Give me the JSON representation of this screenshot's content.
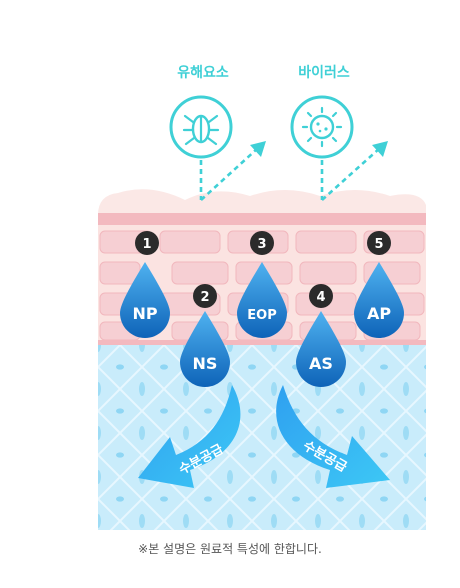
{
  "threats": [
    {
      "label": "유해요소",
      "icon": "bug-icon"
    },
    {
      "label": "바이러스",
      "icon": "virus-icon"
    }
  ],
  "badges": [
    "1",
    "2",
    "3",
    "4",
    "5"
  ],
  "drops": [
    "NP",
    "NS",
    "EOP",
    "AS",
    "AP"
  ],
  "arrows": [
    "수분공급",
    "수분공급"
  ],
  "footnote": "※본 설명은 원료적 특성에 한합니다.",
  "colors": {
    "accent_cyan": "#3fd0d6",
    "drop_blue": "#1a7fd0",
    "badge_dark": "#2b2b2b",
    "skin_pink": "#f7d3d6",
    "water_blue": "#c9ecfb"
  }
}
